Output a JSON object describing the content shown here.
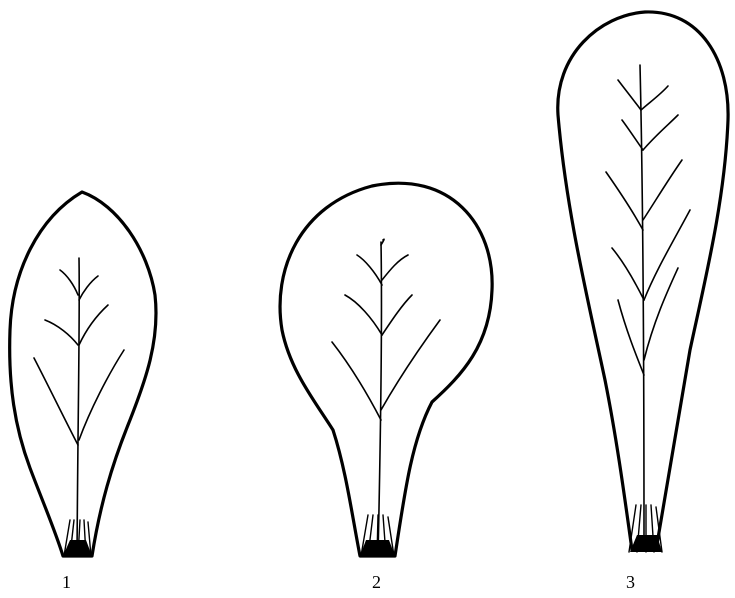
{
  "figure": {
    "leaves": [
      {
        "label": "1"
      },
      {
        "label": "2"
      },
      {
        "label": "3"
      }
    ]
  }
}
